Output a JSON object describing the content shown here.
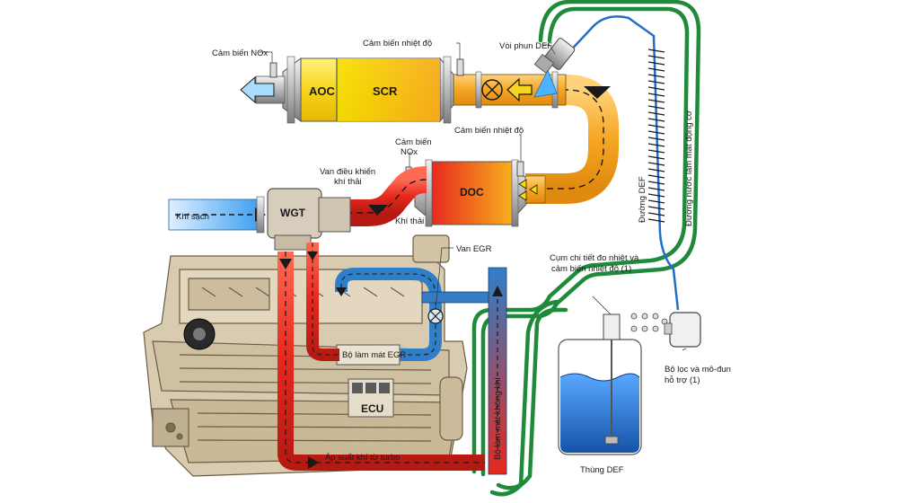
{
  "labels": {
    "nox_top": "Cảm biến NOx",
    "temp_top": "Cảm biến nhiệt độ",
    "def_injector": "Vòi phun DEF",
    "aoc": "AOC",
    "scr": "SCR",
    "temp_mid": "Cảm biến nhiệt độ",
    "nox_mid_1": "Cảm biến",
    "nox_mid_2": "NOx",
    "valve_1": "Van điều khiển",
    "valve_2": "khí thải",
    "doc": "DOC",
    "exhaust": "Khí thải",
    "clean_air": "Khí sạch",
    "wgt": "WGT",
    "egr_valve": "Van EGR",
    "egr_cooler": "Bộ làm mát EGR",
    "ecu": "ECU",
    "turbo_pressure": "Áp suất khí từ turbo",
    "air_cooler": "Bộ làm mát không khí",
    "def_line": "Đường DEF",
    "coolant_line": "Đường nước làm mát động cơ",
    "sensor_assy_1": "Cụm chi tiết đo nhiệt và",
    "sensor_assy_2": "cảm biến nhiệt độ (1)",
    "filter_1": "Bộ lọc và mô-đun",
    "filter_2": "hỗ trợ (1)",
    "def_tank": "Thùng DEF"
  },
  "colors": {
    "hot": "#e8281e",
    "warm": "#f5a623",
    "cool": "#2f7fc8",
    "coolant": "#1f8a3a",
    "engine": "#d9cbb0",
    "def_fluid": "#1f6fc8"
  }
}
